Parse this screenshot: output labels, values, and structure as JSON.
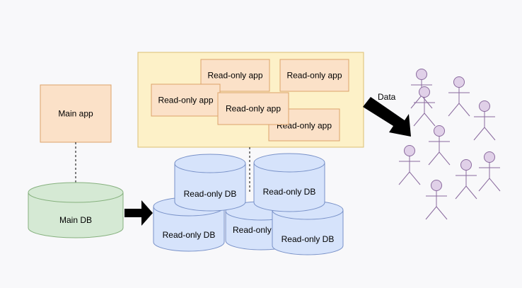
{
  "diagram": {
    "main_app": {
      "label": "Main app"
    },
    "main_db": {
      "label": "Main DB"
    },
    "read_only_apps": [
      {
        "label": "Read-only app"
      },
      {
        "label": "Read-only app"
      },
      {
        "label": "Read-only app"
      },
      {
        "label": "Read-only app"
      },
      {
        "label": "Read-only app"
      }
    ],
    "read_only_dbs": [
      {
        "label": "Read-only DB"
      },
      {
        "label": "Read-only DB"
      },
      {
        "label": "Read-only DB"
      },
      {
        "label": "Read-only DB"
      },
      {
        "label": "Read-only DB"
      }
    ],
    "data_arrow": {
      "label": "Data"
    },
    "users": {
      "count": 9
    }
  },
  "colors": {
    "background": "#f8f8fa",
    "app_fill": "#fbe1c8",
    "app_stroke": "#dca36a",
    "container_fill": "#fdf1c8",
    "container_stroke": "#dcbf72",
    "main_db_fill": "#d5e9d4",
    "main_db_stroke": "#86b17e",
    "ro_db_fill": "#d6e3fb",
    "ro_db_stroke": "#7891c8",
    "actor_fill": "#e0d0e8",
    "actor_stroke": "#8a6a9e",
    "arrow": "#000000"
  }
}
